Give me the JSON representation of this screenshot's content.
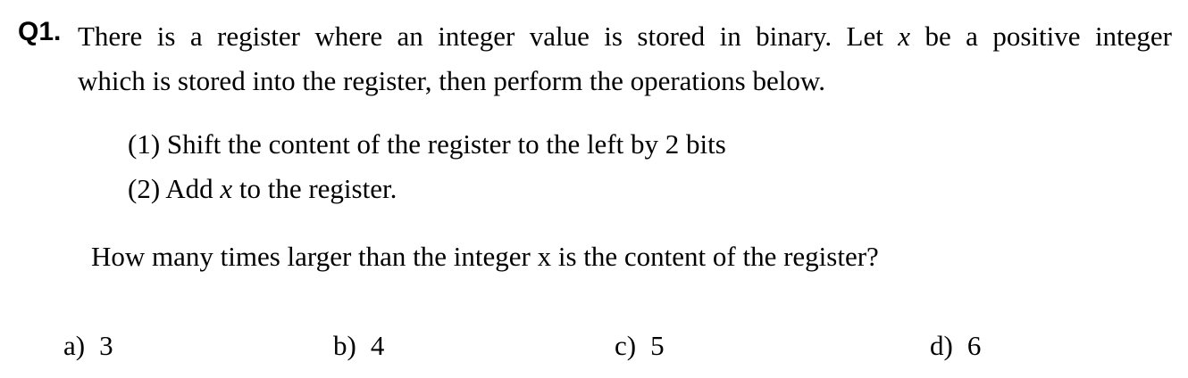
{
  "question": {
    "label": "Q1.",
    "stem_line1_part1": "There is a register where an integer value is stored in binary. Let",
    "variable": "x",
    "stem_line1_part2": "be a positive integer",
    "stem_line2": "which is stored into the register, then perform the operations below.",
    "operations": [
      {
        "number": "(1)",
        "text": "Shift the content of the register to the left by 2 bits"
      },
      {
        "number": "(2)",
        "text_before": "Add",
        "variable": "x",
        "text_after": "to the register."
      }
    ],
    "prompt": "How many times larger than the integer x is the content of the register?"
  },
  "choices": [
    {
      "letter": "a)",
      "value": "3"
    },
    {
      "letter": "b)",
      "value": "4"
    },
    {
      "letter": "c)",
      "value": "5"
    },
    {
      "letter": "d)",
      "value": "6"
    }
  ]
}
